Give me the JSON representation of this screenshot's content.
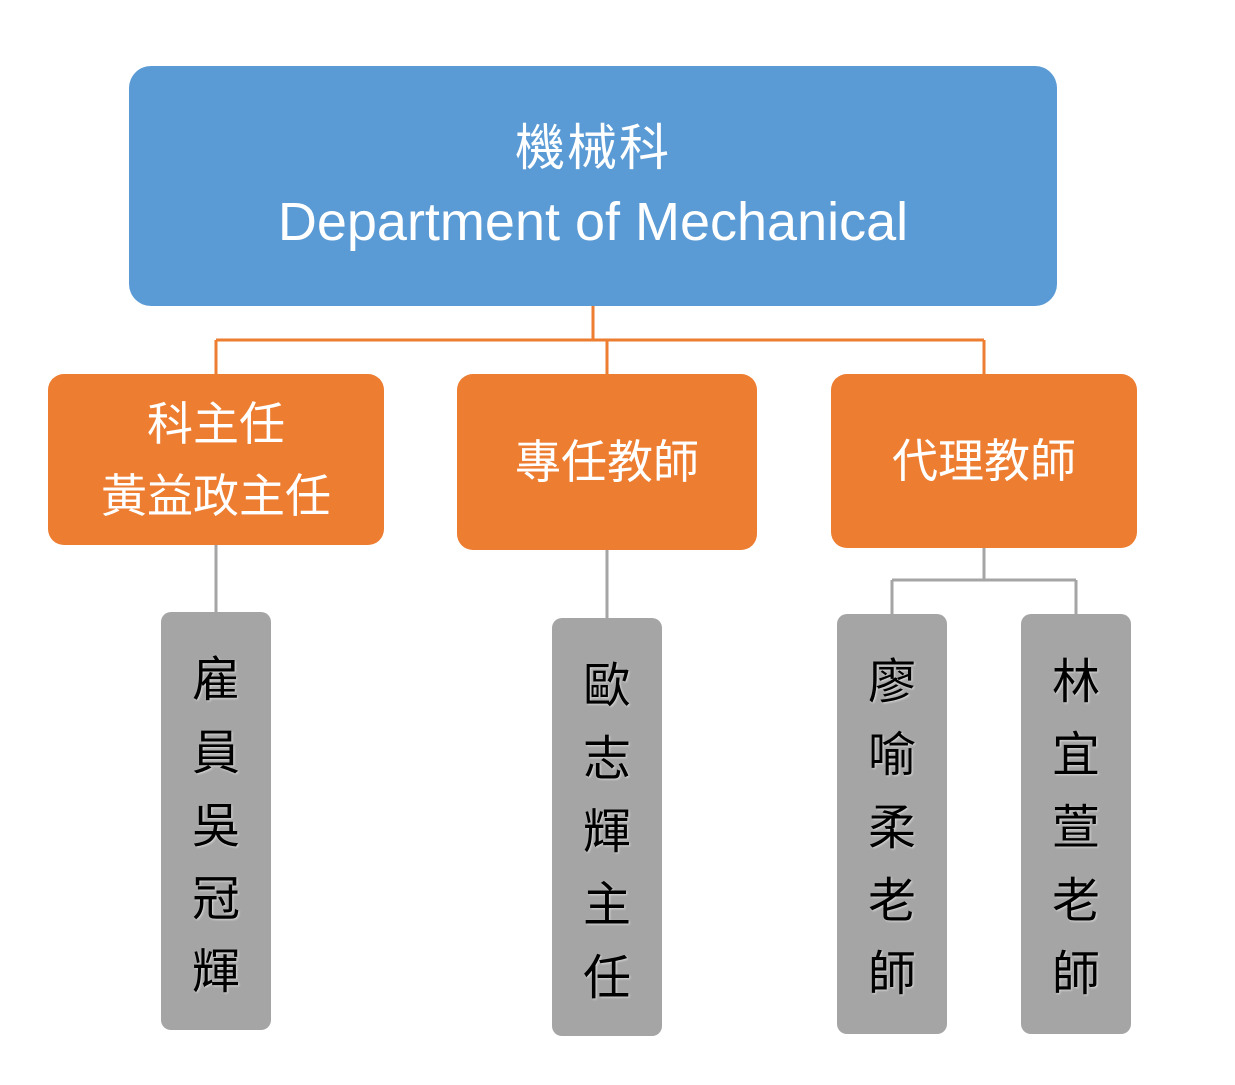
{
  "root": {
    "title_zh": "機械科",
    "title_en": "Department of Mechanical"
  },
  "branches": [
    {
      "line1": "科主任",
      "line2": "黃益政主任",
      "members": [
        {
          "chars": [
            "雇",
            "員",
            "吳",
            "冠",
            "輝"
          ]
        }
      ]
    },
    {
      "line1": "專任教師",
      "members": [
        {
          "chars": [
            "歐",
            "志",
            "輝",
            "主",
            "任"
          ]
        }
      ]
    },
    {
      "line1": "代理教師",
      "members": [
        {
          "chars": [
            "廖",
            "喻",
            "柔",
            "老",
            "師"
          ]
        },
        {
          "chars": [
            "林",
            "宜",
            "萱",
            "老",
            "師"
          ]
        }
      ]
    }
  ],
  "colors": {
    "root_fill": "#5b9bd5",
    "branch_fill": "#ed7d31",
    "leaf_fill": "#a5a5a5",
    "root_connector": "#ed7d31",
    "leaf_connector": "#a5a5a5"
  }
}
